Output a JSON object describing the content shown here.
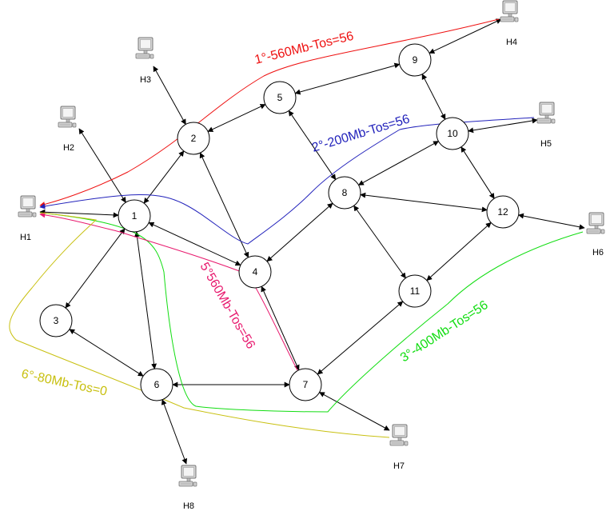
{
  "routers": [
    {
      "id": "1",
      "label": "1"
    },
    {
      "id": "2",
      "label": "2"
    },
    {
      "id": "3",
      "label": "3"
    },
    {
      "id": "4",
      "label": "4"
    },
    {
      "id": "5",
      "label": "5"
    },
    {
      "id": "6",
      "label": "6"
    },
    {
      "id": "7",
      "label": "7"
    },
    {
      "id": "8",
      "label": "8"
    },
    {
      "id": "9",
      "label": "9"
    },
    {
      "id": "10",
      "label": "10"
    },
    {
      "id": "11",
      "label": "11"
    },
    {
      "id": "12",
      "label": "12"
    }
  ],
  "hosts": [
    {
      "id": "H1",
      "label": "H1"
    },
    {
      "id": "H2",
      "label": "H2"
    },
    {
      "id": "H3",
      "label": "H3"
    },
    {
      "id": "H4",
      "label": "H4"
    },
    {
      "id": "H5",
      "label": "H5"
    },
    {
      "id": "H6",
      "label": "H6"
    },
    {
      "id": "H7",
      "label": "H7"
    },
    {
      "id": "H8",
      "label": "H8"
    }
  ],
  "links": [
    [
      "H1",
      "1"
    ],
    [
      "H2",
      "1"
    ],
    [
      "1",
      "2"
    ],
    [
      "H3",
      "2"
    ],
    [
      "2",
      "5"
    ],
    [
      "5",
      "9"
    ],
    [
      "9",
      "H4"
    ],
    [
      "9",
      "10"
    ],
    [
      "10",
      "H5"
    ],
    [
      "5",
      "8"
    ],
    [
      "8",
      "10"
    ],
    [
      "10",
      "12"
    ],
    [
      "8",
      "12"
    ],
    [
      "12",
      "H6"
    ],
    [
      "8",
      "4"
    ],
    [
      "2",
      "4"
    ],
    [
      "1",
      "4"
    ],
    [
      "1",
      "3"
    ],
    [
      "1",
      "6"
    ],
    [
      "3",
      "6"
    ],
    [
      "6",
      "7"
    ],
    [
      "4",
      "7"
    ],
    [
      "8",
      "11"
    ],
    [
      "11",
      "12"
    ],
    [
      "11",
      "7"
    ],
    [
      "7",
      "H7"
    ],
    [
      "6",
      "H8"
    ]
  ],
  "flows": [
    {
      "label": "1°-560Mb-Tos=56",
      "color": "#ee1111"
    },
    {
      "label": "2°-200Mb-Tos=56",
      "color": "#2222bb"
    },
    {
      "label": "3°-400Mb-Tos=56",
      "color": "#11dd11"
    },
    {
      "label": "5°560Mb-Tos=56",
      "color": "#e8196e"
    },
    {
      "label": "6°-80Mb-Tos=0",
      "color": "#c8c010"
    }
  ]
}
